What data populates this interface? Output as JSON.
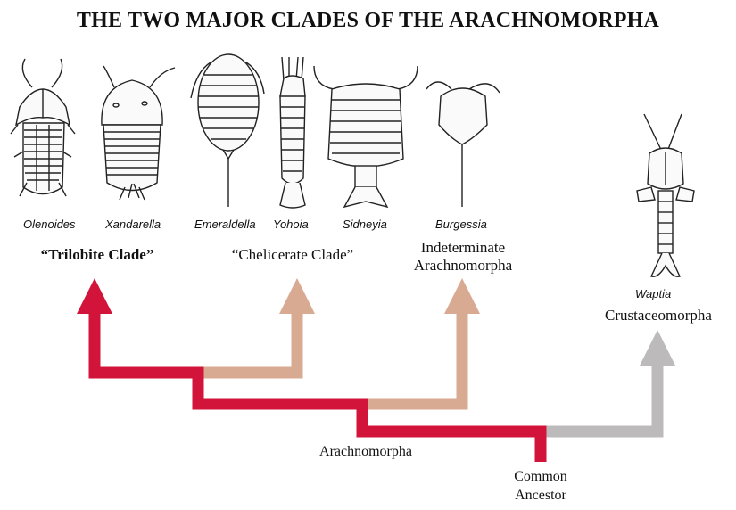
{
  "title": "THE TWO MAJOR CLADES OF THE ARACHNOMORPHA",
  "taxa": [
    "Olenoides",
    "Xandarella",
    "Emeraldella",
    "Yohoia",
    "Sidneyia",
    "Burgessia",
    "Waptia"
  ],
  "groups": {
    "trilobite": "“Trilobite Clade”",
    "chelicerate": "“Chelicerate Clade”",
    "indeterminate_1": "Indeterminate",
    "indeterminate_2": "Arachnomorpha",
    "crustaceomorpha": "Crustaceomorpha"
  },
  "nodes": {
    "arachnomorpha": "Arachnomorpha",
    "ancestor_1": "Common",
    "ancestor_2": "Ancestor"
  },
  "colors": {
    "arachnomorpha_lineage": "#d2143a",
    "chelicerate_branch": "#d8aa92",
    "indeterminate_branch": "#d8aa92",
    "crustaceomorpha_branch": "#bdbabb"
  },
  "icons": [
    "olenoides-fossil-icon",
    "xandarella-fossil-icon",
    "emeraldella-fossil-icon",
    "yohoia-fossil-icon",
    "sidneyia-fossil-icon",
    "burgessia-fossil-icon",
    "waptia-fossil-icon"
  ]
}
